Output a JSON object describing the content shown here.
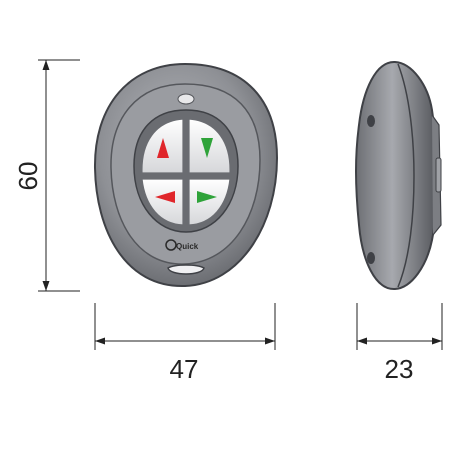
{
  "dimensions": {
    "height_label": "60",
    "width_label": "47",
    "depth_label": "23"
  },
  "brand": {
    "logo_text": "Quick"
  },
  "buttons": [
    {
      "name": "up",
      "icon": "arrow-up-icon",
      "color": "#e0262b"
    },
    {
      "name": "down",
      "icon": "arrow-down-icon",
      "color": "#2fa33a"
    },
    {
      "name": "left",
      "icon": "arrow-left-icon",
      "color": "#e0262b"
    },
    {
      "name": "right",
      "icon": "arrow-right-icon",
      "color": "#2fa33a"
    }
  ],
  "colors": {
    "body": "#8e9095",
    "body_dark": "#4b4d52",
    "button_face": "#f2f2f2"
  }
}
